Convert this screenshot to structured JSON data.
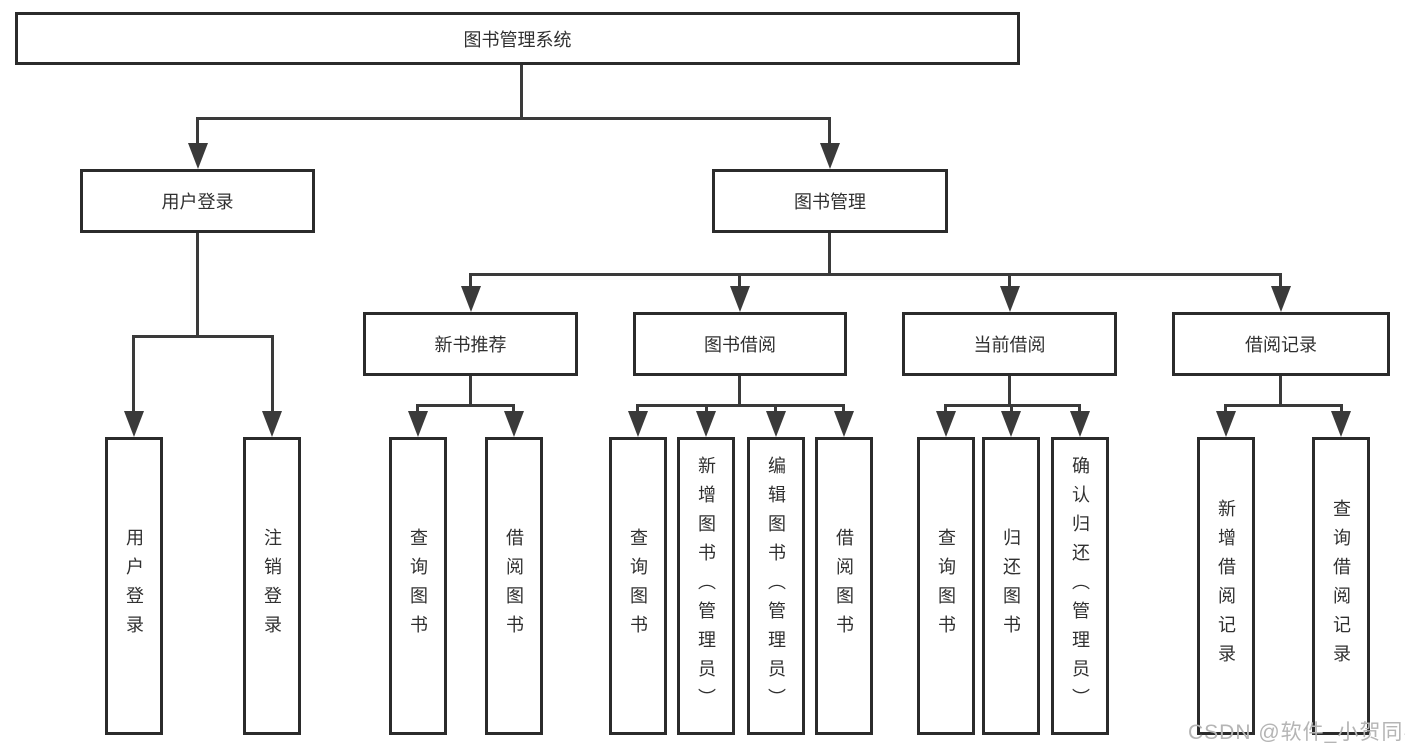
{
  "nodes": {
    "root": {
      "label": "图书管理系统"
    },
    "level2": [
      {
        "label": "用户登录"
      },
      {
        "label": "图书管理"
      }
    ],
    "level3": [
      {
        "label": "新书推荐"
      },
      {
        "label": "图书借阅"
      },
      {
        "label": "当前借阅"
      },
      {
        "label": "借阅记录"
      }
    ],
    "leaves": [
      {
        "label": "用户登录"
      },
      {
        "label": "注销登录"
      },
      {
        "label": "查询图书"
      },
      {
        "label": "借阅图书"
      },
      {
        "label": "查询图书"
      },
      {
        "label": "新增图书（管理员）"
      },
      {
        "label": "编辑图书（管理员）"
      },
      {
        "label": "借阅图书"
      },
      {
        "label": "查询图书"
      },
      {
        "label": "归还图书"
      },
      {
        "label": "确认归还（管理员）"
      },
      {
        "label": "新增借阅记录"
      },
      {
        "label": "查询借阅记录"
      }
    ]
  },
  "watermark": {
    "text": "CSDN @软件_小贺同学",
    "color": "#b5b5b5"
  },
  "colors": {
    "background": "#ffffff",
    "box_border": "#2b2b2b",
    "connector_line": "#3a3a3a",
    "text": "#303030"
  }
}
